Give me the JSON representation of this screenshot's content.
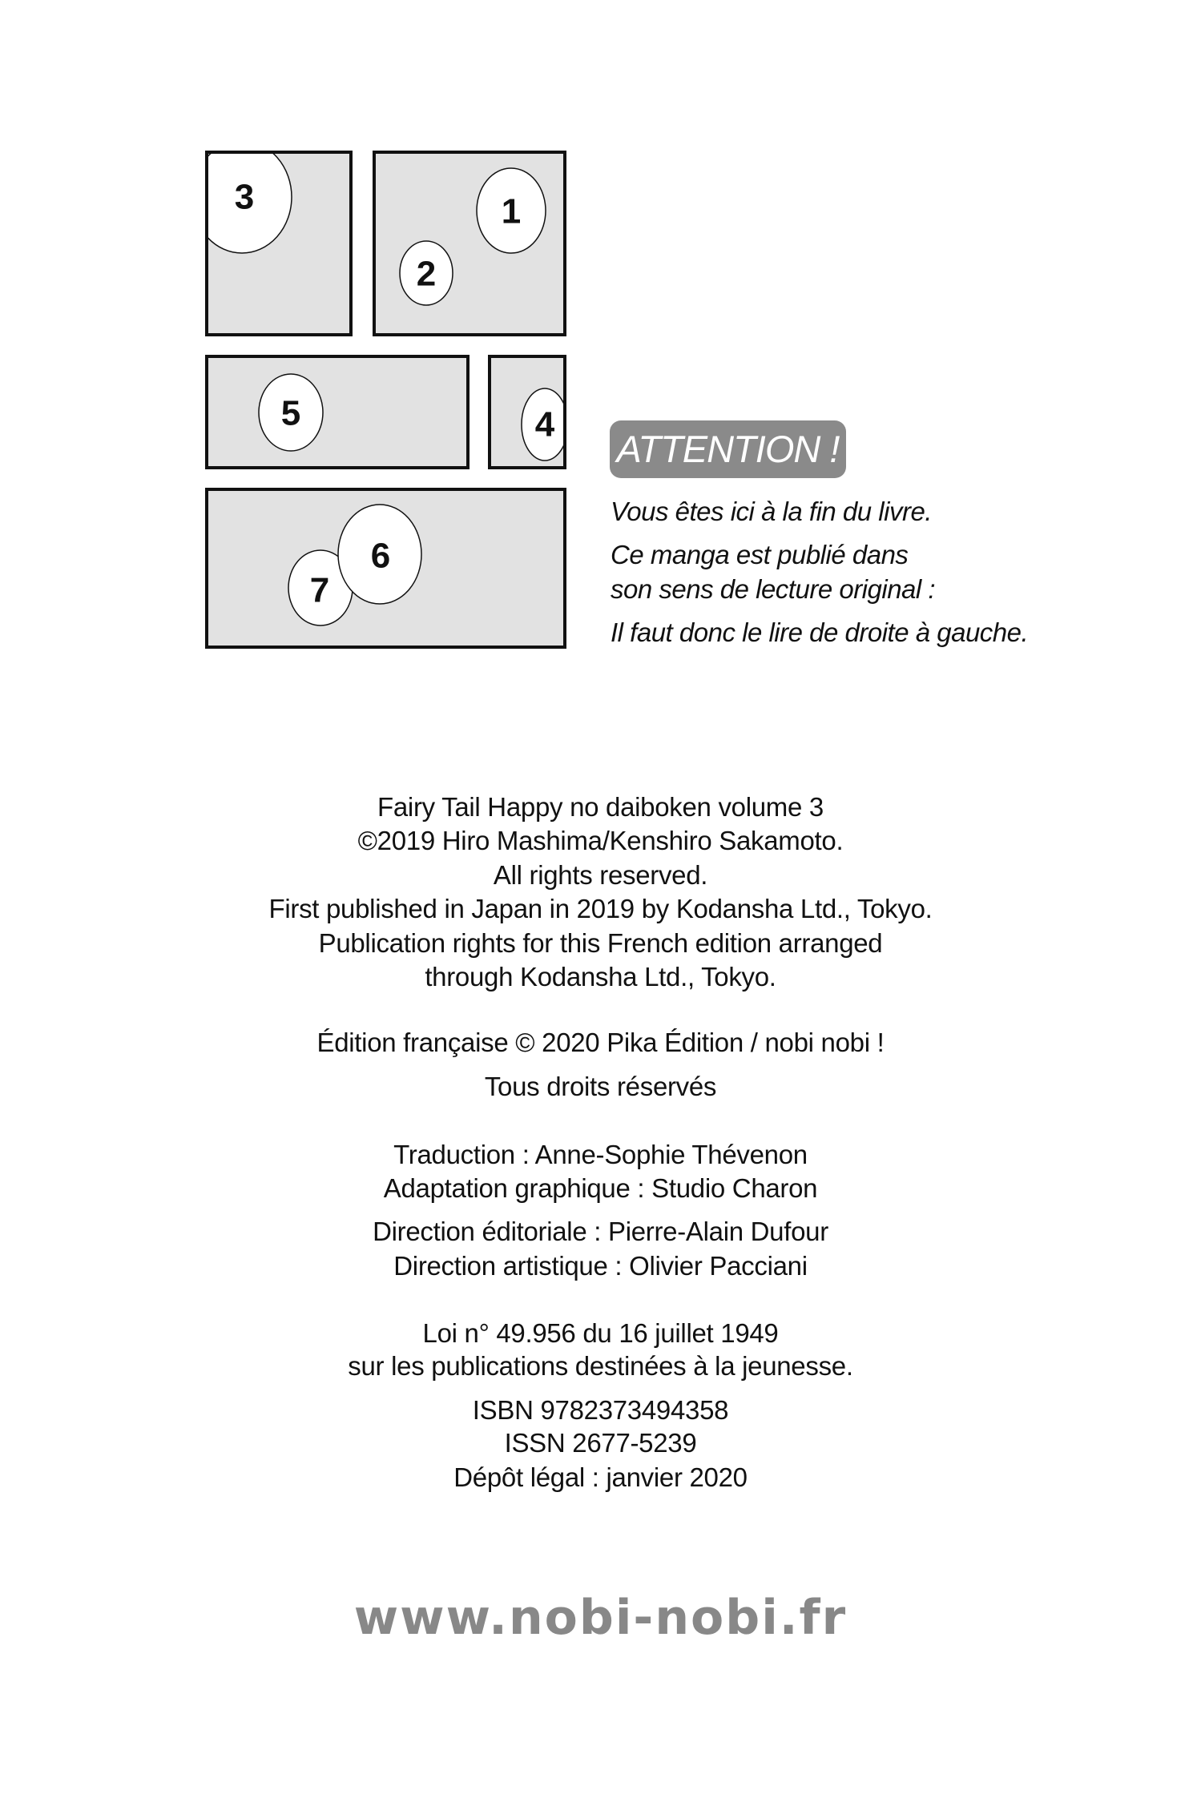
{
  "reading_diagram": {
    "panel_numbers": [
      "1",
      "2",
      "3",
      "4",
      "5",
      "6",
      "7"
    ]
  },
  "attention": {
    "badge": "ATTENTION !",
    "lines": [
      "Vous êtes ici à la fin du livre.",
      "Ce manga est publié dans",
      "son sens de lecture original :",
      "Il faut donc le lire de droite à gauche."
    ]
  },
  "credits": {
    "lines": [
      "Fairy Tail Happy no daiboken volume 3",
      "©2019 Hiro Mashima/Kenshiro Sakamoto.",
      "All rights reserved.",
      "First published in Japan in 2019 by Kodansha Ltd., Tokyo.",
      "Publication rights for this French edition arranged",
      "through Kodansha Ltd., Tokyo.",
      "Édition française © 2020 Pika Édition / nobi nobi !",
      "Tous droits réservés",
      "Traduction : Anne-Sophie Thévenon",
      "Adaptation graphique : Studio Charon",
      "Direction éditoriale : Pierre-Alain Dufour",
      "Direction artistique : Olivier Pacciani",
      "Loi n° 49.956 du 16 juillet 1949",
      "sur les publications destinées à la jeunesse.",
      "ISBN 9782373494358",
      "ISSN 2677-5239",
      "Dépôt légal : janvier 2020"
    ]
  },
  "website": "www.nobi-nobi.fr",
  "colors": {
    "panel_fill": "#e2e2e2",
    "badge": "#8a8a8a",
    "url": "#888888"
  }
}
